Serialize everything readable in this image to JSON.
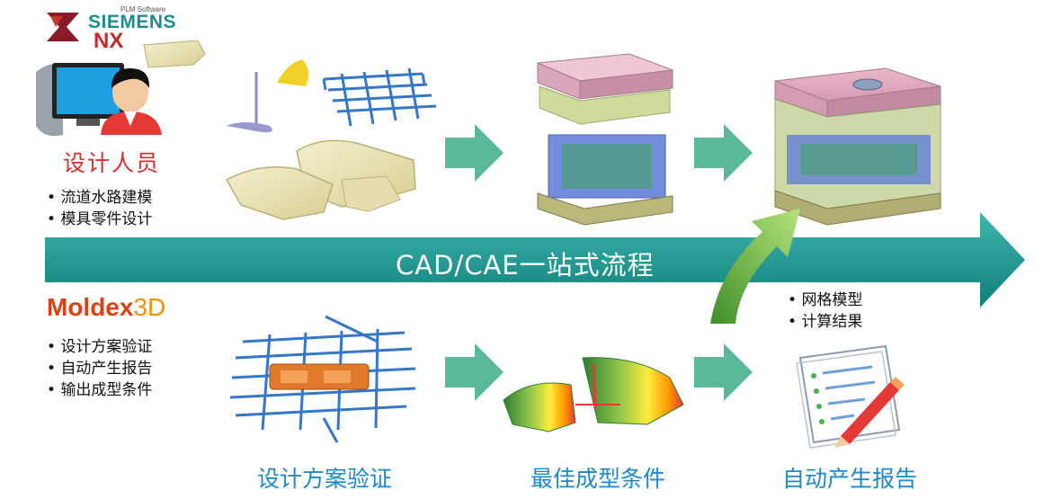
{
  "header": {
    "plm_label": "PLM Software",
    "siemens_label": "SIEMENS",
    "nx_label": "NX"
  },
  "designer": {
    "title": "设计人员",
    "tasks": [
      "流道水路建模",
      "模具零件设计"
    ]
  },
  "banner": {
    "label": "CAD/CAE一站式流程",
    "color": "#17958e"
  },
  "moldex": {
    "logo_main": "Moldex",
    "logo_suffix": "3D",
    "tasks": [
      "设计方案验证",
      "自动产生报告",
      "输出成型条件"
    ]
  },
  "results": {
    "items": [
      "网格模型",
      "计算结果"
    ]
  },
  "bottom_labels": [
    "设计方案验证",
    "最佳成型条件",
    "自动产生报告"
  ],
  "colors": {
    "arrow_green": "#5cb89a",
    "title_red": "#d32f2f",
    "label_blue": "#1e88c8"
  }
}
